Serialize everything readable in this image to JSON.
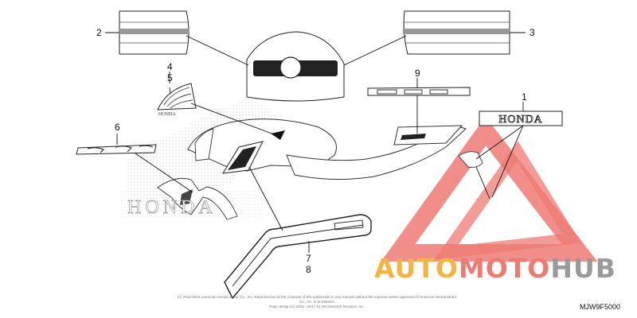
{
  "callouts": [
    "1",
    "2",
    "3",
    "4",
    "5",
    "6",
    "7",
    "8",
    "9"
  ],
  "emblem_text": "HONDA",
  "tank_text": "HONDA",
  "logo_small_text": "HONDA",
  "watermark": {
    "part1": "AUTO",
    "part2": "MOTO",
    "part3": "HUB"
  },
  "copyright": {
    "line1": "(c) 2012-2016 American Honda Motor Co., Inc. Reproduction of the contents of this publication in any manner without the express written approval of American Honda Motor Co., Inc. is prohibited.",
    "line2": "Page design (c) 2004 - 2017 by ARI Network Services, Inc."
  },
  "diagram_code": "MJW9F5000",
  "colors": {
    "watermark_red": "#ee7a74",
    "watermark_yellow": "#f2b544",
    "watermark_gray": "#9a9a9a",
    "line": "#111111"
  }
}
